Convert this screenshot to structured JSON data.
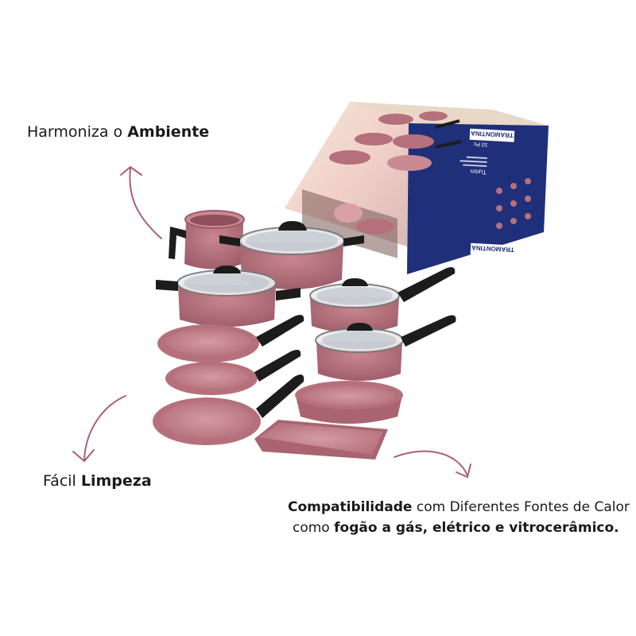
{
  "captions": {
    "top": {
      "normal": "Harmoniza o ",
      "bold": "Ambiente"
    },
    "bottom": {
      "normal": "Fácil ",
      "bold": "Limpeza"
    },
    "right": {
      "line1_bold": "Compatibilidade",
      "line1_normal": " com Diferentes Fontes de Calor",
      "line2_normal": "como ",
      "line2_bold": "fogão a gás, elétrico e vitrocerâmico."
    }
  },
  "box": {
    "brand": "TRAMONTINA",
    "product": "Turim",
    "pieces": "10 Pc"
  },
  "colors": {
    "cookware": "#b5707c",
    "cookware_dark": "#8f4f5b",
    "interior": "#c98a93",
    "handle": "#1c1c1c",
    "box_blue": "#1f2f7a",
    "arrow": "#a86070"
  }
}
